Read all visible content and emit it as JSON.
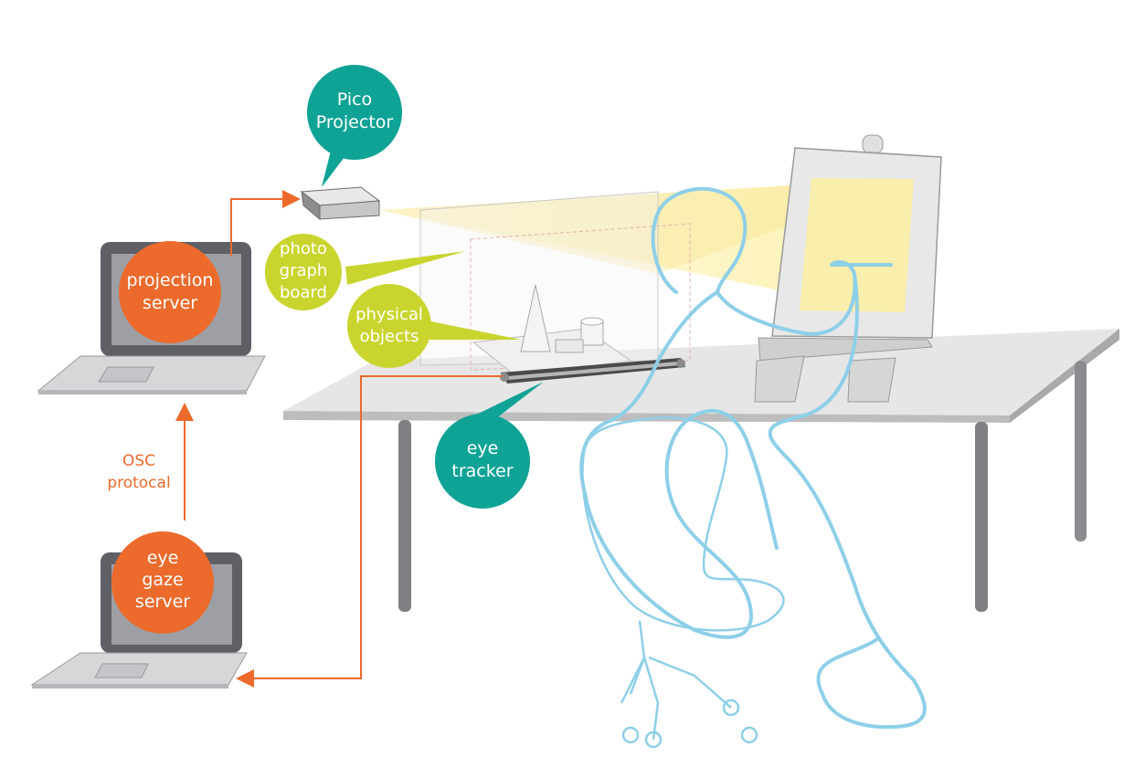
{
  "labels": {
    "pico_projector": [
      "Pico",
      "Projector"
    ],
    "projection_server": [
      "projection",
      "server"
    ],
    "photo_graph_board": [
      "photo",
      "graph",
      "board"
    ],
    "physical_objects": [
      "physical",
      "objects"
    ],
    "eye_tracker": [
      "eye",
      "tracker"
    ],
    "eye_gaze_server": [
      "eye",
      "gaze",
      "server"
    ],
    "osc_protocal": [
      "OSC",
      "protocal"
    ]
  },
  "colors": {
    "teal": "#0fa396",
    "orange": "#ec6a2c",
    "lime": "#c9d52e",
    "arrow": "#ec6a2c",
    "person_outline": "#8ecfe8",
    "table": "#d9d9d9",
    "beam": "#fbf1a8"
  },
  "icons": {
    "laptop": "laptop-icon",
    "projector": "projector-icon",
    "eye_tracker_bar": "eye-tracker-bar-icon",
    "chair": "chair-icon",
    "person": "person-outline-icon",
    "easel": "easel-icon"
  }
}
